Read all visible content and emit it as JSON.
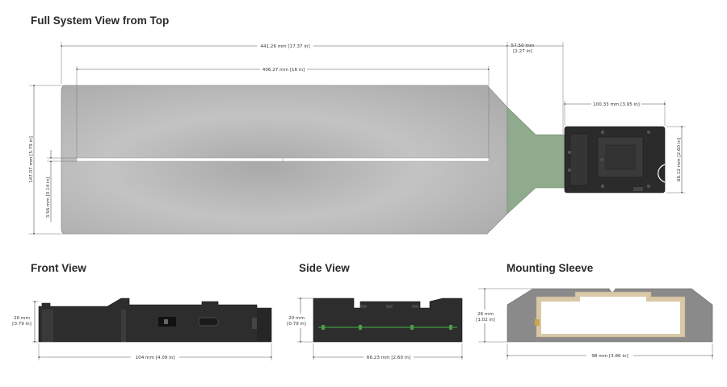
{
  "headings": {
    "top_view": "Full System View from Top",
    "front_view": "Front View",
    "side_view": "Side View",
    "mounting_sleeve": "Mounting Sleeve"
  },
  "dimensions": {
    "overall_length": "441.26 mm [17.37 in]",
    "sensor_length": "406.27 mm [16 in]",
    "taper_length": "57.50 mm",
    "taper_length_in": "[2.27 in]",
    "board_length": "100.33 mm [3.95 in]",
    "board_height": "66.12 mm [2.60 in]",
    "sensor_width": "147.07 mm [5.79 in]",
    "slit_width": "3.56 mm [0.14 in]",
    "front_height": "20 mm",
    "front_height_in": "[0.79 in]",
    "front_length": "104 mm [4.09 in]",
    "side_height": "20 mm",
    "side_height_in": "[0.79 in]",
    "side_length": "66.23 mm [2.60 in]",
    "sleeve_height": "26 mm",
    "sleeve_height_in": "[1.02 in]",
    "sleeve_length": "98 mm [3.86 in]"
  },
  "colors": {
    "sensor_fill": "#b5b5b5",
    "flex_cable": "#8faa8c",
    "housing": "#2b2b2b",
    "sleeve_outer": "#8a8a8a",
    "sleeve_liner": "#d8c8a8",
    "pcb_trace": "#3c8a3c"
  }
}
